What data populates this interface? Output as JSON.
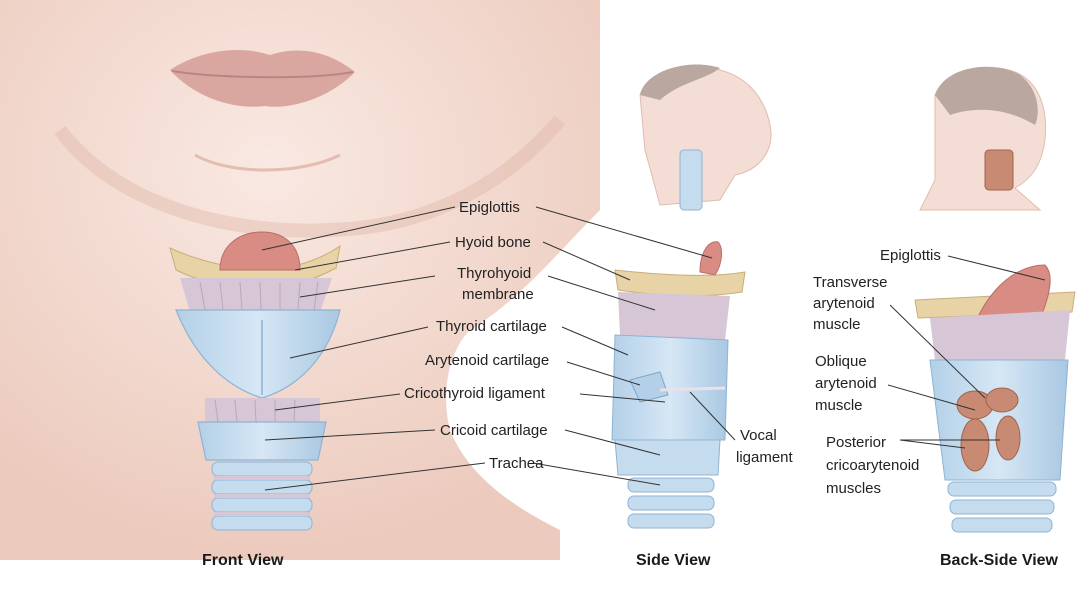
{
  "colors": {
    "skin": "#f4ddd4",
    "skin_shadow": "#e6c3b6",
    "cartilage": "#c5dcef",
    "cartilage_dark": "#9dbfdb",
    "membrane": "#d6c6d6",
    "hyoid": "#e8d3a6",
    "epiglottis": "#d88c84",
    "muscle": "#c98a73",
    "hair": "#b9a7a0"
  },
  "labels": {
    "epiglottis": "Epiglottis",
    "hyoid_bone": "Hyoid bone",
    "thyrohyoid_membrane": [
      "Thyrohyoid",
      "membrane"
    ],
    "thyroid_cartilage": "Thyroid cartilage",
    "arytenoid_cartilage": "Arytenoid cartilage",
    "cricothyroid_ligament": "Cricothyroid ligament",
    "cricoid_cartilage": "Cricoid cartilage",
    "trachea": "Trachea",
    "vocal_ligament": [
      "Vocal",
      "ligament"
    ],
    "epiglottis_back": "Epiglottis",
    "transverse_arytenoid_muscle": [
      "Transverse",
      "arytenoid",
      "muscle"
    ],
    "oblique_arytenoid_muscle": [
      "Oblique",
      "arytenoid",
      "muscle"
    ],
    "posterior_cricoarytenoid_muscles": [
      "Posterior",
      "cricoarytenoid",
      "muscles"
    ]
  },
  "captions": {
    "front": "Front View",
    "side": "Side View",
    "back_side": "Back-Side View"
  }
}
